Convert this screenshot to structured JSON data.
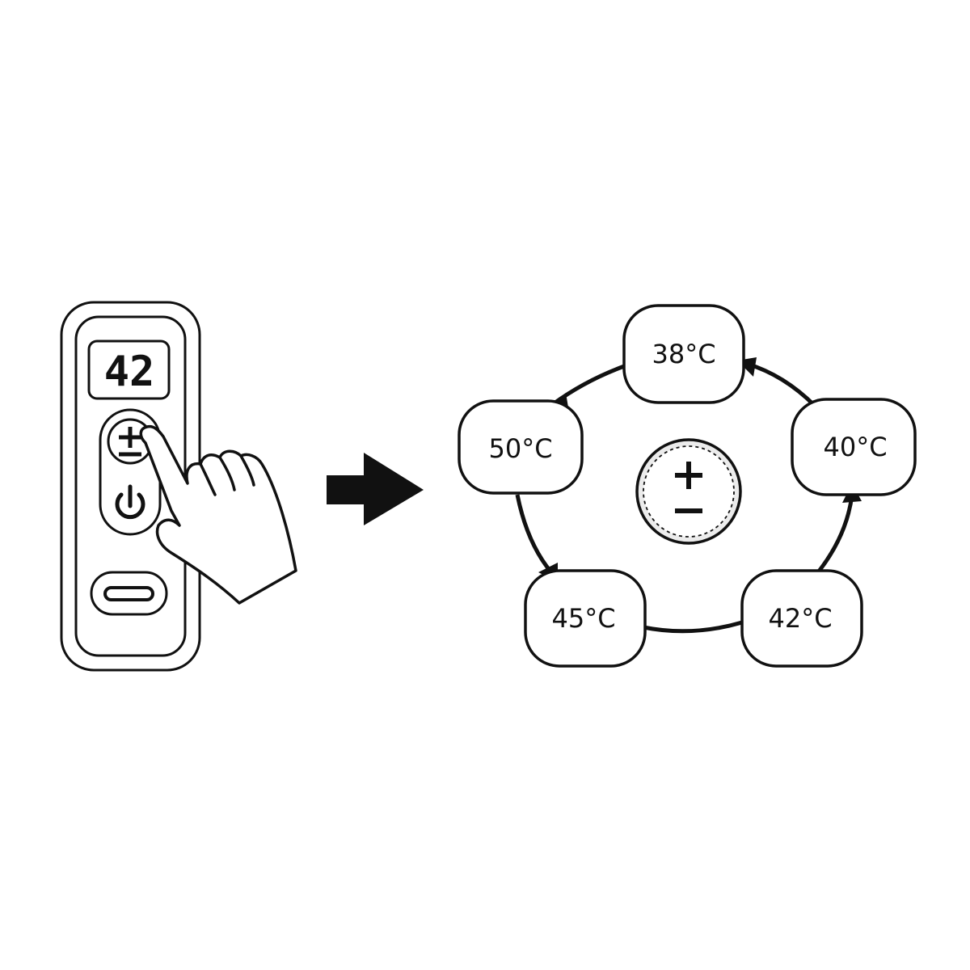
{
  "remote": {
    "display_value": "42",
    "buttons": [
      "plus-minus-button",
      "power-button",
      "usb-c-port"
    ]
  },
  "cycle": {
    "nodes": [
      {
        "id": "node-38",
        "label": "38°C"
      },
      {
        "id": "node-40",
        "label": "40°C"
      },
      {
        "id": "node-42",
        "label": "42°C"
      },
      {
        "id": "node-45",
        "label": "45°C"
      },
      {
        "id": "node-50",
        "label": "50°C"
      }
    ],
    "center_icon": "plus-minus-icon"
  },
  "colors": {
    "stroke": "#111111",
    "background": "#ffffff",
    "panel_fill": "#ffffff"
  }
}
